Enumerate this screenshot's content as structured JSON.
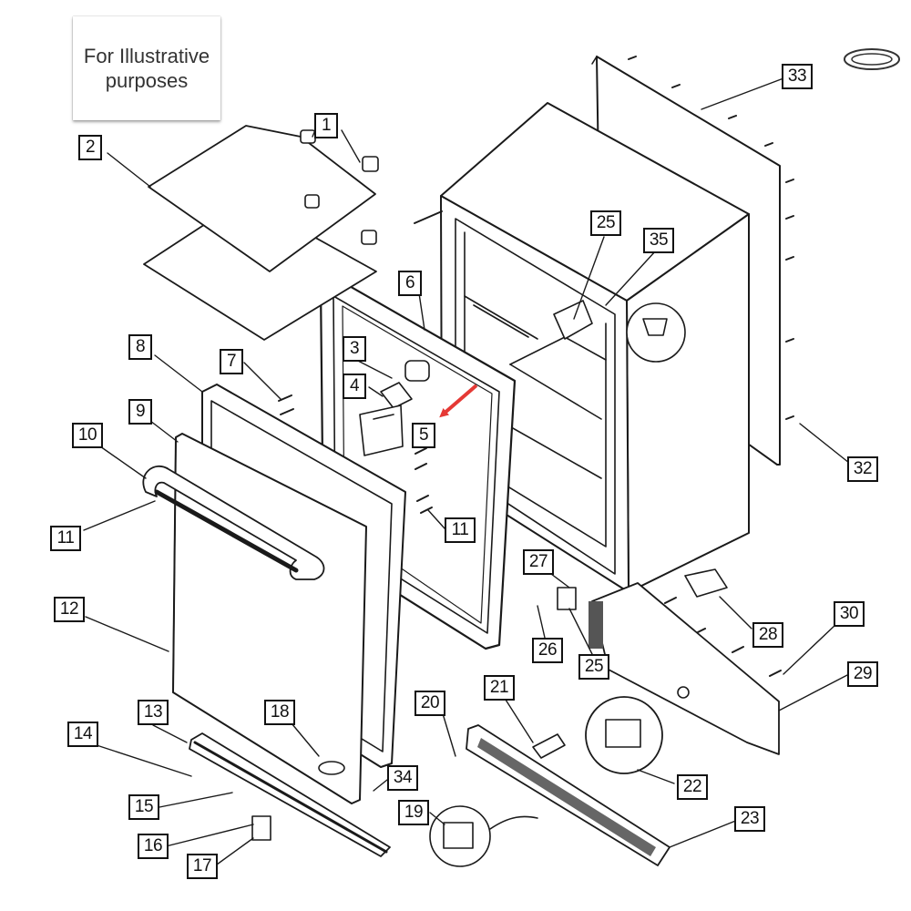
{
  "note": {
    "text": "For Illustrative purposes"
  },
  "brand_badge": {
    "icon": "dcs-logo-icon"
  },
  "colors": {
    "line": "#1a1a1a",
    "highlight_arrow": "#e53935",
    "panel_fill": "#ffffff"
  },
  "callouts": [
    {
      "id": "c1",
      "label": "1"
    },
    {
      "id": "c2",
      "label": "2"
    },
    {
      "id": "c3",
      "label": "3"
    },
    {
      "id": "c4",
      "label": "4"
    },
    {
      "id": "c5",
      "label": "5"
    },
    {
      "id": "c6",
      "label": "6"
    },
    {
      "id": "c7",
      "label": "7"
    },
    {
      "id": "c8",
      "label": "8"
    },
    {
      "id": "c9",
      "label": "9"
    },
    {
      "id": "c10",
      "label": "10"
    },
    {
      "id": "c11a",
      "label": "11"
    },
    {
      "id": "c11b",
      "label": "11"
    },
    {
      "id": "c12",
      "label": "12"
    },
    {
      "id": "c13",
      "label": "13"
    },
    {
      "id": "c14",
      "label": "14"
    },
    {
      "id": "c15",
      "label": "15"
    },
    {
      "id": "c16",
      "label": "16"
    },
    {
      "id": "c17",
      "label": "17"
    },
    {
      "id": "c18",
      "label": "18"
    },
    {
      "id": "c19",
      "label": "19"
    },
    {
      "id": "c20",
      "label": "20"
    },
    {
      "id": "c21",
      "label": "21"
    },
    {
      "id": "c22",
      "label": "22"
    },
    {
      "id": "c23",
      "label": "23"
    },
    {
      "id": "c25a",
      "label": "25"
    },
    {
      "id": "c25b",
      "label": "25"
    },
    {
      "id": "c26",
      "label": "26"
    },
    {
      "id": "c27",
      "label": "27"
    },
    {
      "id": "c28",
      "label": "28"
    },
    {
      "id": "c29",
      "label": "29"
    },
    {
      "id": "c30",
      "label": "30"
    },
    {
      "id": "c32",
      "label": "32"
    },
    {
      "id": "c33",
      "label": "33"
    },
    {
      "id": "c34",
      "label": "34"
    },
    {
      "id": "c35",
      "label": "35"
    }
  ]
}
